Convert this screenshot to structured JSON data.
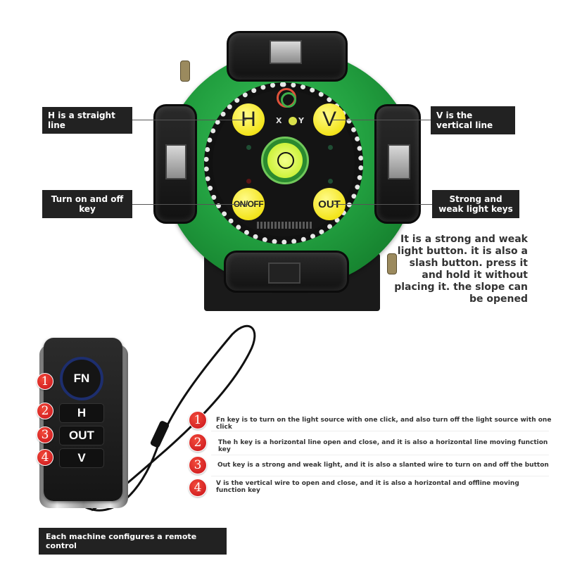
{
  "device": {
    "panel": {
      "keys": {
        "h": "H",
        "v": "V",
        "on_off": "ON/OFF",
        "out": "OUT"
      },
      "axis_labels": {
        "x": "X",
        "y": "Y"
      },
      "colors": {
        "body_green": "#22a040",
        "key_yellow": "#f3e41c",
        "panel_black": "#141414",
        "bubble_green": "#ccf23c"
      }
    }
  },
  "callouts": {
    "h_key": "H is a straight line",
    "v_key": "V is the vertical line",
    "power_key": "Turn on and off key",
    "out_key": "Strong and weak light keys"
  },
  "out_note": "It is a strong and weak light button. it is also a slash button. press it and hold it without placing it. the slope can be opened",
  "remote": {
    "keys": [
      {
        "badge": "1",
        "label": "FN"
      },
      {
        "badge": "2",
        "label": "H"
      },
      {
        "badge": "3",
        "label": "OUT"
      },
      {
        "badge": "4",
        "label": "V"
      }
    ],
    "colors": {
      "badge_red": "#d21c22",
      "fn_ring_blue": "#1d2e6e"
    }
  },
  "legend": [
    {
      "badge": "1",
      "text": "Fn key is to turn on the light source with one click, and also turn off the light source with one click"
    },
    {
      "badge": "2",
      "text": "The h key is a horizontal line open and close, and it is also a horizontal line moving function key"
    },
    {
      "badge": "3",
      "text": "Out key is a strong and weak light, and it is also a slanted wire to turn on and off the button"
    },
    {
      "badge": "4",
      "text": "V is the vertical wire to open and close, and it is also a horizontal and offline moving function key"
    }
  ],
  "footer": "Each machine configures a remote control"
}
